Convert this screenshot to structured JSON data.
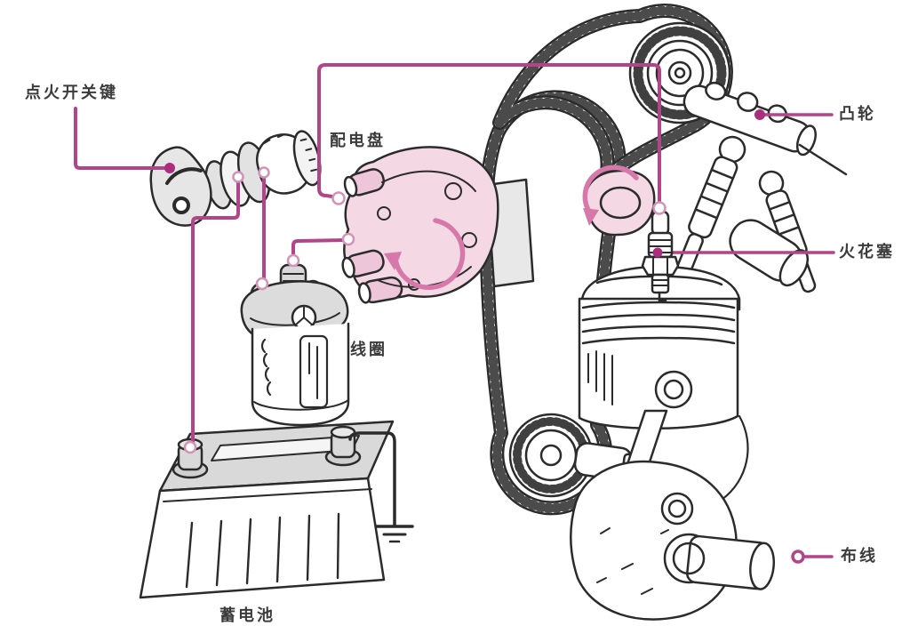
{
  "diagram": {
    "labels": {
      "ignition_switch_key": "点火开关键",
      "distributor": "配电盘",
      "coil": "线圈",
      "battery": "蓄电池",
      "cam": "凸轮",
      "spark_plug": "火花塞",
      "wiring": "布线"
    },
    "colors": {
      "wire": "#b2458a",
      "wire_dot": "#ab2e7e",
      "highlight": "#f4d9e5",
      "highlight_deep": "#eec6d9",
      "arrow": "#d778aa",
      "ink": "#2b2b2b",
      "metal": "#dedede"
    }
  }
}
